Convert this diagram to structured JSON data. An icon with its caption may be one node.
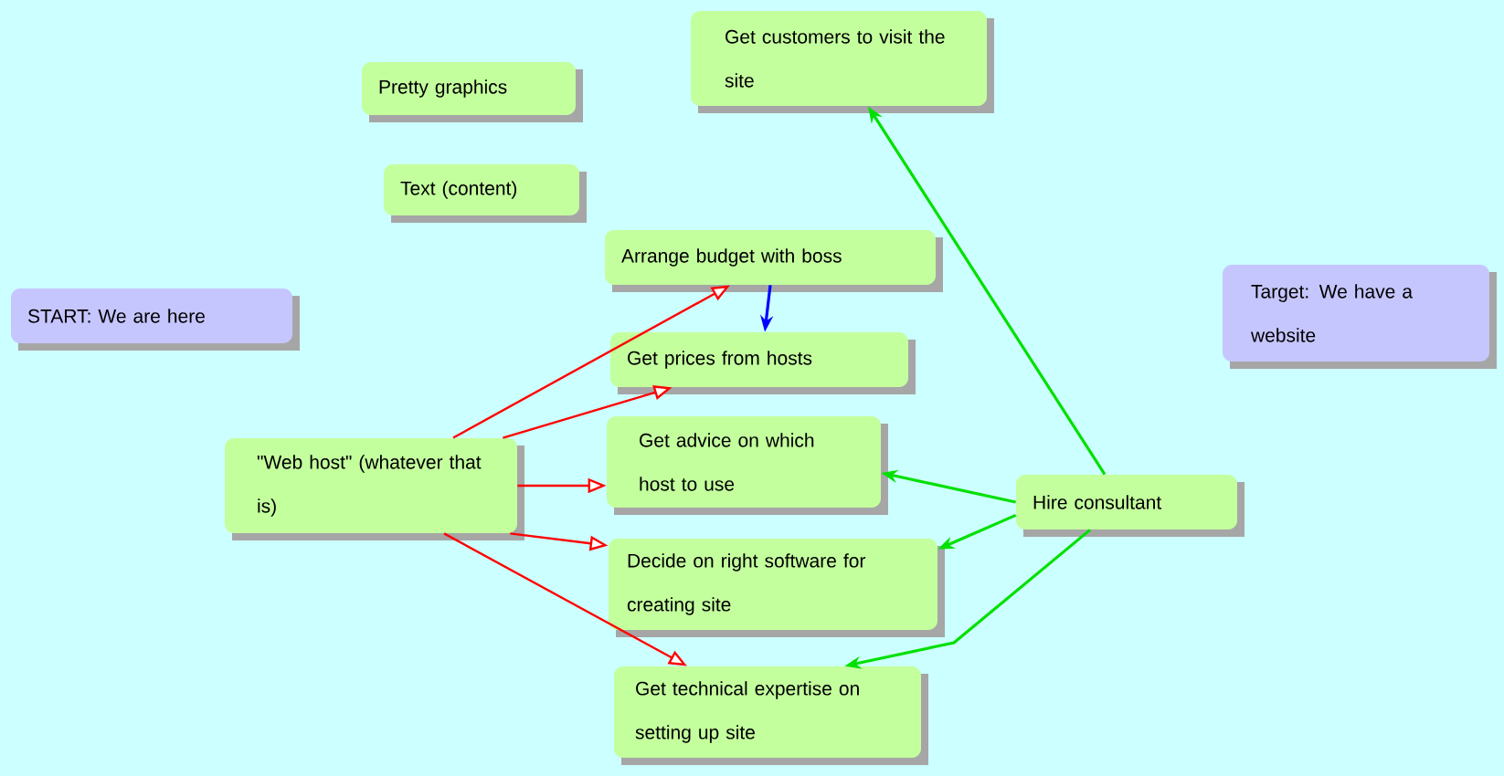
{
  "diagram": {
    "nodes": [
      {
        "text": [
          "Get customers to visit the site"
        ]
      },
      {
        "text": [
          "Pretty graphics"
        ]
      },
      {
        "text": [
          "Text (content)"
        ]
      },
      {
        "text": [
          "Arrange budget with boss"
        ]
      },
      {
        "text": [
          "START: We are here"
        ]
      },
      {
        "text": [
          "Target: We have a website"
        ]
      },
      {
        "text": [
          "Get prices from hosts"
        ]
      },
      {
        "text": [
          "\"Web host\" (whatever that is)"
        ]
      },
      {
        "text": [
          "Get advice on which host to use"
        ]
      },
      {
        "text": [
          "Hire consultant"
        ]
      },
      {
        "text": [
          "Decide on right software for creating site"
        ]
      },
      {
        "text": [
          "Get technical expertise on setting up site"
        ]
      }
    ],
    "edges": [
      {
        "from": 7,
        "to": 3,
        "arrow": "to"
      },
      {
        "from": 7,
        "to": 6,
        "arrow": "to"
      },
      {
        "from": 7,
        "to": 8,
        "arrow": "to"
      },
      {
        "from": 7,
        "to": 10,
        "arrow": "to"
      },
      {
        "from": 7,
        "to": 11,
        "arrow": "to"
      },
      {
        "from": 3,
        "to": 6,
        "arrow": "to",
        "color": "#0000ff"
      },
      {
        "from": 9,
        "to": 0,
        "arrow": "to",
        "color": "#00e000"
      },
      {
        "from": 9,
        "to": 8,
        "arrow": "to",
        "color": "#00e000"
      },
      {
        "from": 9,
        "to": 10,
        "arrow": "to",
        "color": "#00e000"
      },
      {
        "from": 9,
        "to": 11,
        "arrow": "to",
        "color": "#00e000"
      }
    ]
  }
}
